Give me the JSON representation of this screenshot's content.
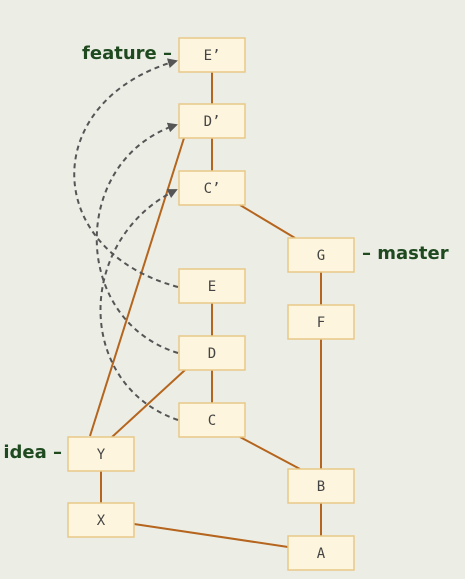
{
  "nodes": {
    "A": "A",
    "B": "B",
    "C": "C",
    "D": "D",
    "E": "E",
    "F": "F",
    "G": "G",
    "X": "X",
    "Y": "Y",
    "C_prime": "C’",
    "D_prime": "D’",
    "E_prime": "E’"
  },
  "refs": {
    "feature": "feature –",
    "master": "– master",
    "idea": "idea –"
  },
  "colors": {
    "background": "#eceee6",
    "node_fill": "#fdf5dd",
    "node_stroke": "#e8c887",
    "edge": "#b5651d",
    "rebase_arrow": "#555555",
    "ref_text": "#1f4a1f"
  }
}
